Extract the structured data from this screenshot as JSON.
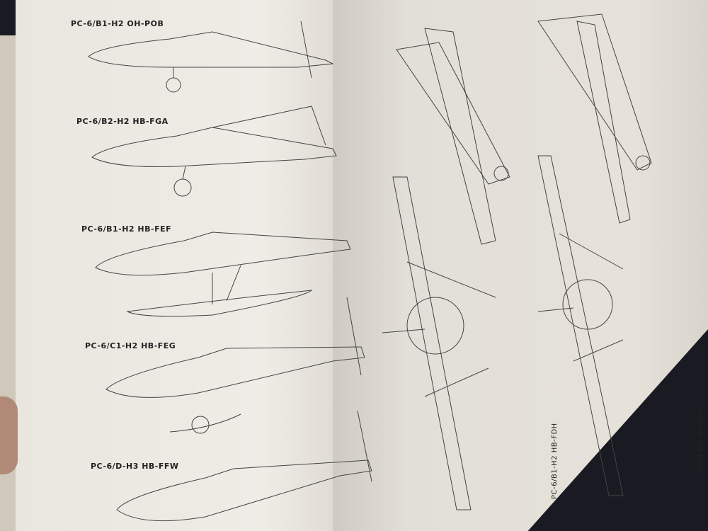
{
  "left_page": {
    "labels": [
      "PC-6/B1-H2  OH-POB",
      "PC-6/B2-H2  HB-FGA",
      "PC-6/B1-H2  HB-FEF",
      "PC-6/C1-H2  HB-FEG",
      "PC-6/D-H3  HB-FFW"
    ]
  },
  "right_page": {
    "labels": [
      "PC-6/B1-H2  HB-FDH",
      "6/B1-H2  HB-FFD"
    ]
  },
  "colors": {
    "paper": "#e9e6df",
    "ink": "#333333",
    "background": "#1a1b22"
  }
}
